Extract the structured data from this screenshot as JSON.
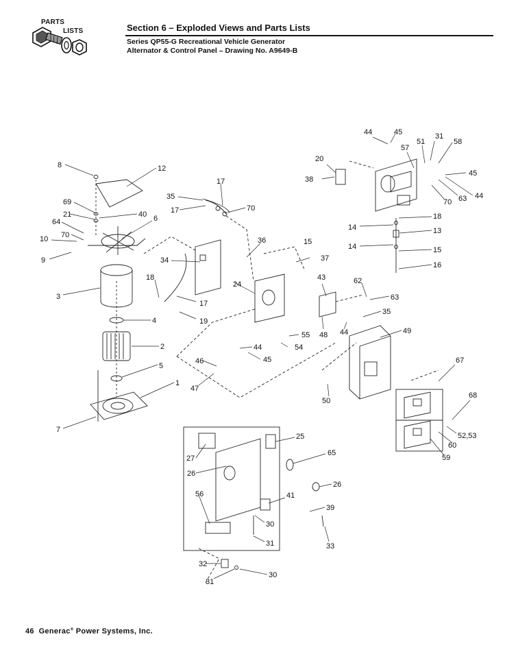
{
  "header": {
    "logo_line1": "PARTS",
    "logo_line2": "LISTS",
    "section_title": "Section 6 – Exploded Views and Parts Lists",
    "subtitle_line1": "Series QP55-G Recreational Vehicle Generator",
    "subtitle_line2": "Alternator & Control Panel – Drawing No. A9649-B"
  },
  "footer": {
    "page_number": "46",
    "company": "Generac",
    "company_rest": " Power Systems, Inc."
  },
  "callouts": [
    {
      "t": "8"
    },
    {
      "t": "12"
    },
    {
      "t": "17"
    },
    {
      "t": "35"
    },
    {
      "t": "17"
    },
    {
      "t": "70"
    },
    {
      "t": "69"
    },
    {
      "t": "40"
    },
    {
      "t": "21"
    },
    {
      "t": "6"
    },
    {
      "t": "64"
    },
    {
      "t": "70"
    },
    {
      "t": "10"
    },
    {
      "t": "9"
    },
    {
      "t": "36"
    },
    {
      "t": "34"
    },
    {
      "t": "15"
    },
    {
      "t": "37"
    },
    {
      "t": "18"
    },
    {
      "t": "3"
    },
    {
      "t": "17"
    },
    {
      "t": "19"
    },
    {
      "t": "24"
    },
    {
      "t": "43"
    },
    {
      "t": "62"
    },
    {
      "t": "63"
    },
    {
      "t": "35"
    },
    {
      "t": "4"
    },
    {
      "t": "55"
    },
    {
      "t": "48"
    },
    {
      "t": "44"
    },
    {
      "t": "49"
    },
    {
      "t": "2"
    },
    {
      "t": "44"
    },
    {
      "t": "54"
    },
    {
      "t": "45"
    },
    {
      "t": "5"
    },
    {
      "t": "46"
    },
    {
      "t": "1"
    },
    {
      "t": "47"
    },
    {
      "t": "50"
    },
    {
      "t": "44"
    },
    {
      "t": "45"
    },
    {
      "t": "31"
    },
    {
      "t": "58"
    },
    {
      "t": "51"
    },
    {
      "t": "57"
    },
    {
      "t": "20"
    },
    {
      "t": "38"
    },
    {
      "t": "45"
    },
    {
      "t": "70"
    },
    {
      "t": "63"
    },
    {
      "t": "44"
    },
    {
      "t": "18"
    },
    {
      "t": "14"
    },
    {
      "t": "13"
    },
    {
      "t": "14"
    },
    {
      "t": "15"
    },
    {
      "t": "16"
    },
    {
      "t": "67"
    },
    {
      "t": "68"
    },
    {
      "t": "52,53"
    },
    {
      "t": "60"
    },
    {
      "t": "59"
    },
    {
      "t": "7"
    },
    {
      "t": "25"
    },
    {
      "t": "27"
    },
    {
      "t": "65"
    },
    {
      "t": "26"
    },
    {
      "t": "26"
    },
    {
      "t": "56"
    },
    {
      "t": "41"
    },
    {
      "t": "39"
    },
    {
      "t": "30"
    },
    {
      "t": "31"
    },
    {
      "t": "33"
    },
    {
      "t": "32"
    },
    {
      "t": "31"
    },
    {
      "t": "30"
    }
  ]
}
